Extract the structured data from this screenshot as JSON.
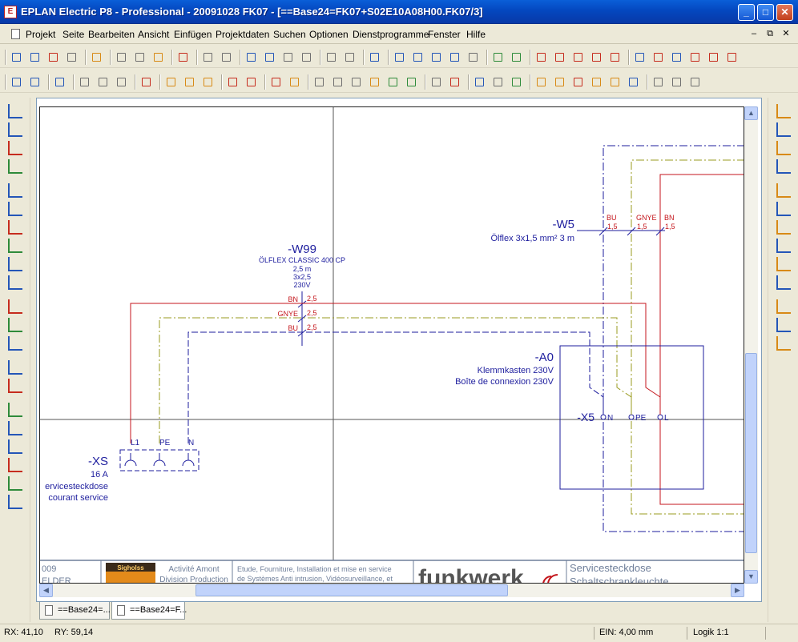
{
  "window": {
    "title": "EPLAN Electric P8 - Professional - 20091028 FK07 - [==Base24=FK07+S02E10A08H00.FK07/3]",
    "minimize": "_",
    "maximize": "□",
    "close": "✕"
  },
  "menu": {
    "items": [
      "Projekt",
      "Seite",
      "Bearbeiten",
      "Ansicht",
      "Einfügen",
      "Projektdaten",
      "Suchen",
      "Optionen",
      "Dienstprogramme",
      "Fenster",
      "Hilfe"
    ],
    "mdi_minimize": "–",
    "mdi_restore": "⧉",
    "mdi_close": "✕"
  },
  "schematic": {
    "cable_w99": {
      "tag": "-W99",
      "type": "ÖLFLEX CLASSIC 400 CP",
      "length": "2,5 m",
      "cross_section": "3x2,5",
      "voltage": "230V",
      "cores": [
        {
          "color": "BN",
          "size": "2,5"
        },
        {
          "color": "GNYE",
          "size": "2,5"
        },
        {
          "color": "BU",
          "size": "2,5"
        }
      ]
    },
    "cable_w5": {
      "tag": "-W5",
      "desc": "Ölflex 3x1,5 mm² 3 m",
      "cores": [
        {
          "color": "BU",
          "size": "1,5"
        },
        {
          "color": "GNYE",
          "size": "1,5"
        },
        {
          "color": "BN",
          "size": "1,5"
        }
      ]
    },
    "box_a0": {
      "tag": "-A0",
      "line1": "Klemmkasten 230V",
      "line2": "Boîte de connexion 230V",
      "terminal_tag": "-X5",
      "terminals": [
        "N",
        "PE",
        "L"
      ]
    },
    "socket_xs": {
      "tag": "-XS",
      "rating": "16 A",
      "line1": "ervicesteckdose",
      "line2": "courant service",
      "pins": [
        "L1",
        "PE",
        "N"
      ]
    },
    "title_block": {
      "left_top": "009",
      "left_bottom": "ELDER",
      "logo_text": "Sigholss",
      "activity_1": "Activité Amont",
      "activity_2": "Division Production",
      "scope_1": "Etude, Fourniture, Installation et mise en service",
      "scope_2": "de Systèmes Anti intrusion, Vidéosurveillance, et",
      "company_logo": "funkwerk",
      "page_title_1": "Servicesteckdose",
      "page_title_2": "Schaltschrankleuchte"
    }
  },
  "tabs": [
    {
      "label": "==Base24=..."
    },
    {
      "label": "==Base24=F..."
    }
  ],
  "status": {
    "rx": "RX: 41,10",
    "ry": "RY: 59,14",
    "ein": "EIN: 4,00 mm",
    "logik": "Logik 1:1"
  },
  "colors": {
    "wire_red": "#c4161c",
    "wire_yellowgreen": "#9a9b1f",
    "wire_blue": "#1e1e9e",
    "text_blue": "#1e1e9e",
    "text_red": "#c4161c",
    "title_bg": "#0a5fd8"
  }
}
